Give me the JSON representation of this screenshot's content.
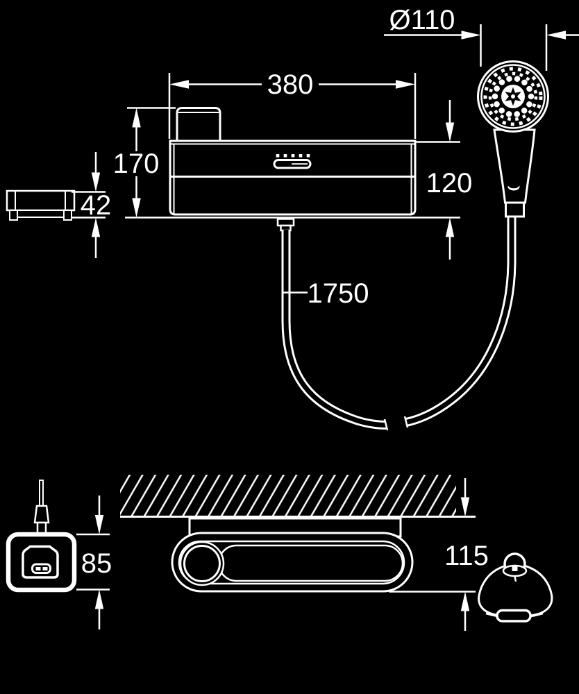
{
  "drawing": {
    "background": "#000000",
    "line_color": "#ffffff",
    "labels": {
      "head_diameter": "Ø110",
      "shelf_width": "380",
      "total_height": "170",
      "bracket_height": "42",
      "body_height": "120",
      "hose_length": "1750",
      "remote_height": "85",
      "shelf_depth": "115"
    }
  }
}
